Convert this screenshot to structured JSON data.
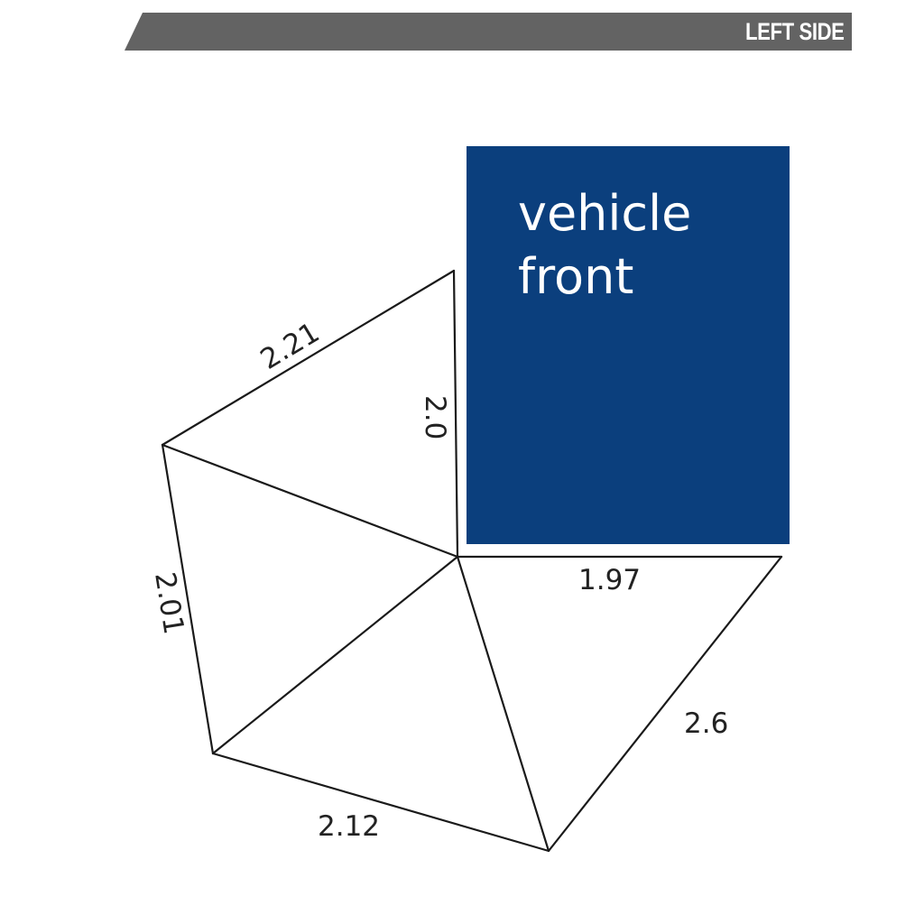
{
  "banner": {
    "label": "LEFT SIDE",
    "color": "#636363"
  },
  "vehicle": {
    "line1": "vehicle",
    "line2": "front",
    "color": "#0b3f7d"
  },
  "dimensions": {
    "top_slant": "2.21",
    "top_vertical": "2.0",
    "left_side": "2.01",
    "bottom_left": "2.12",
    "top_right": "1.97",
    "right_slant": "2.6"
  }
}
